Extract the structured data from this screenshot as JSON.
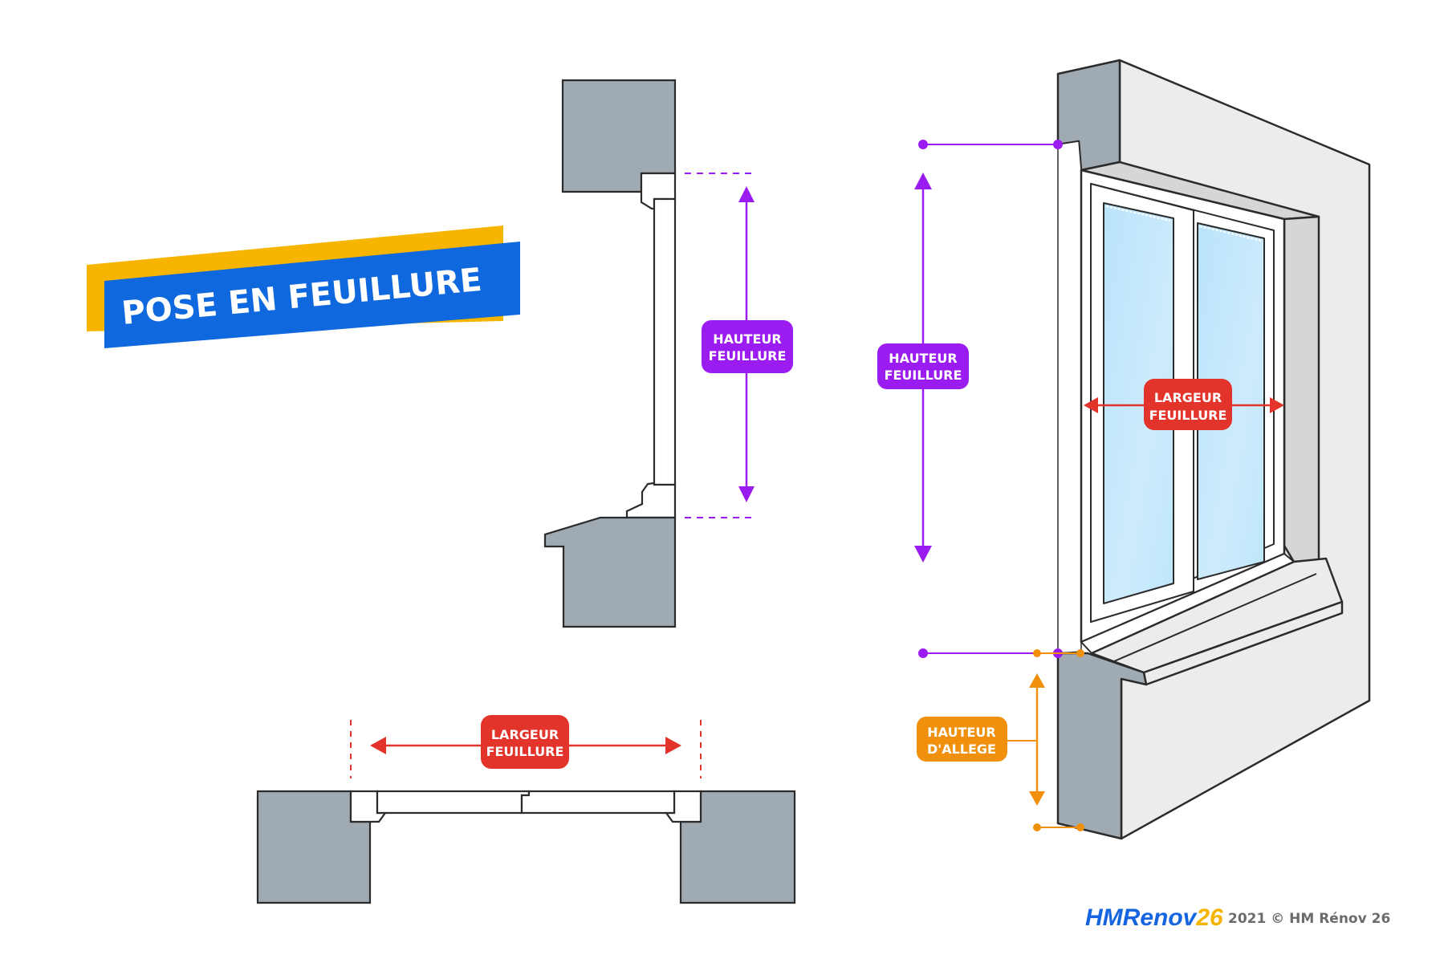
{
  "title": "POSE EN FEUILLURE",
  "colors": {
    "title_blue": "#0f68dd",
    "title_yellow": "#f7b500",
    "wall_section": "#a0aab2",
    "wall_face": "#ececec",
    "reveal": "#d6d6d6",
    "glass": "#c4e8fb",
    "outline": "#2b2b2b",
    "hauteur": "#9b1cf0",
    "largeur": "#e3342b",
    "allege": "#f0900c"
  },
  "labels": {
    "section_height": [
      "HAUTEUR",
      "FEUILLURE"
    ],
    "plan_width": [
      "LARGEUR",
      "FEUILLURE"
    ],
    "perspective_height": [
      "HAUTEUR",
      "FEUILLURE"
    ],
    "perspective_width": [
      "LARGEUR",
      "FEUILLURE"
    ],
    "perspective_allege": [
      "HAUTEUR",
      "D'ALLEGE"
    ]
  },
  "footer": {
    "logo_main": "HMRenov",
    "logo_number": "26",
    "copyright": "2021 © HM Rénov 26"
  }
}
